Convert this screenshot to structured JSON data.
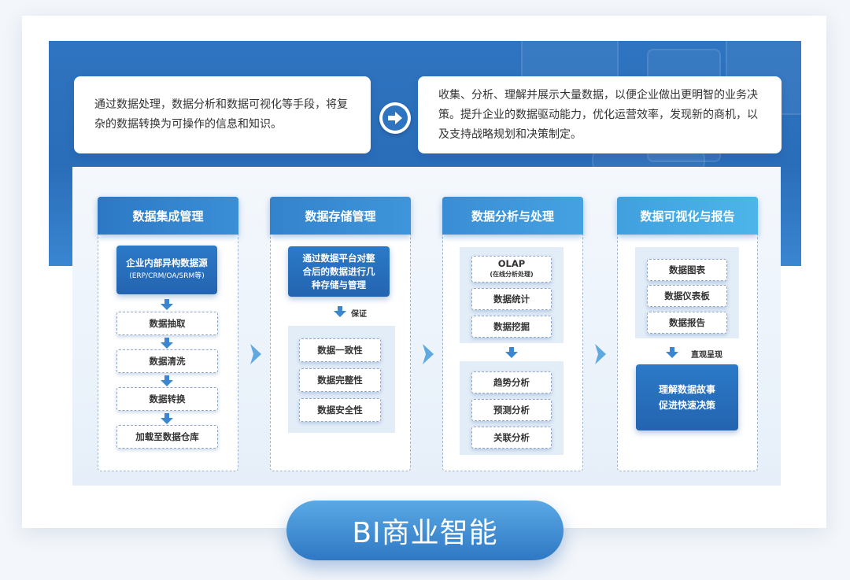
{
  "intro": {
    "left_text": "通过数据处理，数据分析和数据可视化等手段，将复杂的数据转换为可操作的信息和知识。",
    "right_text": "收集、分析、理解并展示大量数据，以便企业做出更明智的业务决策。提升企业的数据驱动能力，优化运营效率，发现新的商机，以及支持战略规划和决策制定。"
  },
  "columns": [
    {
      "title": "数据集成管理",
      "source_line1": "企业内部异构数据源",
      "source_line2": "(ERP/CRM/OA/SRM等)",
      "steps": [
        "数据抽取",
        "数据清洗",
        "数据转换",
        "加载至数据仓库"
      ]
    },
    {
      "title": "数据存储管理",
      "source_line1": "通过数据平台对整",
      "source_line2": "合后的数据进行几",
      "source_line3": "种存储与管理",
      "arrow_label": "保证",
      "items": [
        "数据一致性",
        "数据完整性",
        "数据安全性"
      ]
    },
    {
      "title": "数据分析与处理",
      "olap_title": "OLAP",
      "olap_sub": "(在线分析处理)",
      "group1": [
        "数据统计",
        "数据挖掘"
      ],
      "group2": [
        "趋势分析",
        "预测分析",
        "关联分析"
      ]
    },
    {
      "title": "数据可视化与报告",
      "items": [
        "数据图表",
        "数据仪表板",
        "数据报告"
      ],
      "arrow_label": "直观呈现",
      "result_line1": "理解数据故事",
      "result_line2": "促进快速决策"
    }
  ],
  "footer": {
    "title": "BI商业智能"
  },
  "colors": {
    "primary_blue": "#2f74c0",
    "accent_light_blue": "#4db5ea",
    "arrow_blue": "#3a86d0"
  }
}
